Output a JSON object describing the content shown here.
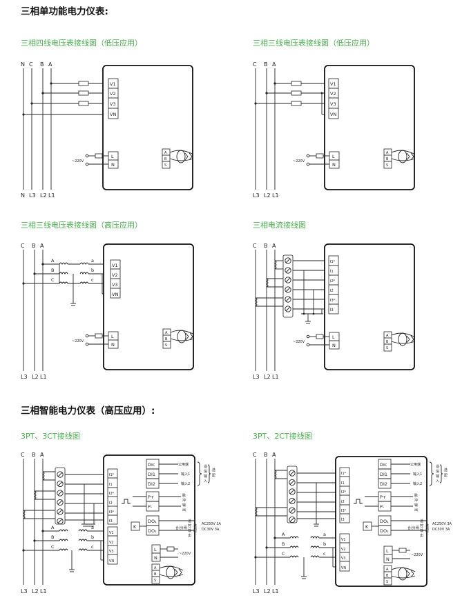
{
  "section1": {
    "title": "三相单功能电力仪表:",
    "d1": {
      "title": "三相四线电压表接线图（低压应用）",
      "top": [
        "N",
        "C",
        "B",
        "A"
      ],
      "bottom": [
        "N",
        "L3",
        "L2",
        "L1"
      ],
      "terms": [
        "V1",
        "V2",
        "V3",
        "VN"
      ]
    },
    "d2": {
      "title": "三相三线电压表接线图（低压应用）",
      "top": [
        "C",
        "B",
        "A"
      ],
      "bottom": [
        "L3",
        "L2",
        "L1"
      ],
      "terms": [
        "V1",
        "V2",
        "V3",
        "VN"
      ]
    },
    "d3": {
      "title": "三相三线电压表接线图（高压应用）",
      "top": [
        "C",
        "B",
        "A"
      ],
      "bottom": [
        "L3",
        "L2",
        "L1"
      ],
      "terms": [
        "V1",
        "V2",
        "V3",
        "VN"
      ],
      "pt_left": [
        "A",
        "B",
        "C"
      ],
      "pt_right": [
        "a",
        "b",
        "c"
      ]
    },
    "d4": {
      "title": "三相电流接线图",
      "top": [
        "C",
        "B",
        "A"
      ],
      "bottom": [
        "L3",
        "L2",
        "L1"
      ],
      "terms": [
        "I1*",
        "I1",
        "I2*",
        "I2",
        "I3*",
        "I3"
      ]
    },
    "power_terms": [
      "L",
      "N"
    ],
    "comm_terms": [
      "A",
      "B",
      "S"
    ],
    "voltage": "~220V"
  },
  "section2": {
    "title": "三相智能电力仪表（高压应用）:",
    "d5": {
      "title": "3PT、3CT接线图"
    },
    "d6": {
      "title": "3PT、2CT接线图"
    },
    "top": [
      "C",
      "B",
      "A"
    ],
    "bottom": [
      "L3",
      "L2",
      "L1"
    ],
    "ct_terms": [
      "I1*",
      "I1",
      "I2*",
      "I2",
      "I3*",
      "I3"
    ],
    "v_terms": [
      "V1",
      "V2",
      "V3",
      "VN"
    ],
    "di_terms": [
      "DIc",
      "DI1",
      "DI2"
    ],
    "di_labels": [
      "公用端",
      "输入1",
      "输入2"
    ],
    "di_bracket": [
      "遥",
      "信",
      "输",
      "入"
    ],
    "p_terms": [
      "P+",
      "P-"
    ],
    "p_label": [
      "脉",
      "冲",
      "输",
      "出"
    ],
    "do_terms": [
      "DO₁",
      "DO₂"
    ],
    "k_label": "K",
    "do_label": "合/分闸",
    "do_bracket": [
      "遥",
      "控",
      "输",
      "出"
    ],
    "do_bracket2": [
      "选",
      "配"
    ],
    "do_spec": [
      "AC250V 3A",
      "DC30V 3A"
    ],
    "pt_left": [
      "A",
      "B",
      "C"
    ],
    "pt_right": [
      "a",
      "b",
      "c"
    ],
    "power_terms": [
      "L",
      "N"
    ],
    "comm_terms": [
      "A",
      "B",
      "S"
    ],
    "voltage": "~220V"
  },
  "colors": {
    "accent": "#4caf50",
    "line": "#222222"
  }
}
